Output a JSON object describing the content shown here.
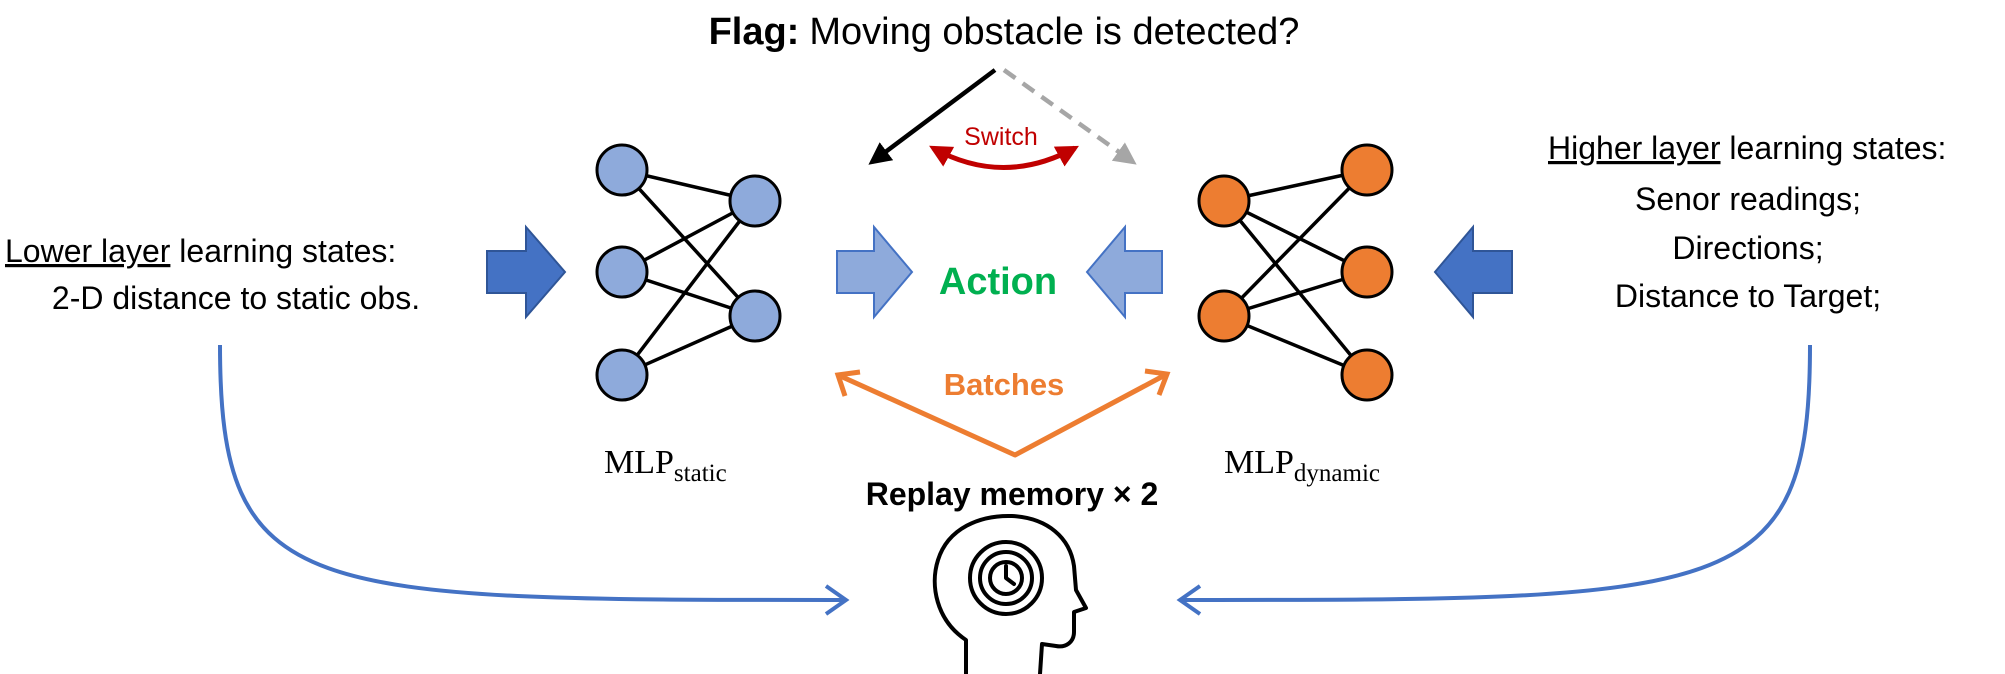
{
  "flag": {
    "label": "Flag:",
    "question": "Moving obstacle is detected?"
  },
  "switch_label": "Switch",
  "action_label": "Action",
  "batches_label": "Batches",
  "replay_label": "Replay memory × 2",
  "mlp_static": {
    "base": "MLP",
    "sub": "static"
  },
  "mlp_dynamic": {
    "base": "MLP",
    "sub": "dynamic"
  },
  "lower": {
    "underlined": "Lower layer",
    "rest": " learning states:",
    "line2": "2-D distance to static obs."
  },
  "higher": {
    "underlined": "Higher layer",
    "rest": " learning states:",
    "line2": "Senor readings;",
    "line3": "Directions;",
    "line4": "Distance to Target;"
  },
  "icons": [
    "brain-memory-icon"
  ],
  "colors": {
    "static_node": "#8eaadb",
    "dynamic_node": "#ed7d31",
    "input_arrow": "#4472c4",
    "action_arrow": "#8eaadb",
    "action_text": "#00b050",
    "batches": "#ed7d31",
    "switch": "#c00000",
    "flow_curve": "#4472c4",
    "dashed_arrow": "#a6a6a6"
  }
}
